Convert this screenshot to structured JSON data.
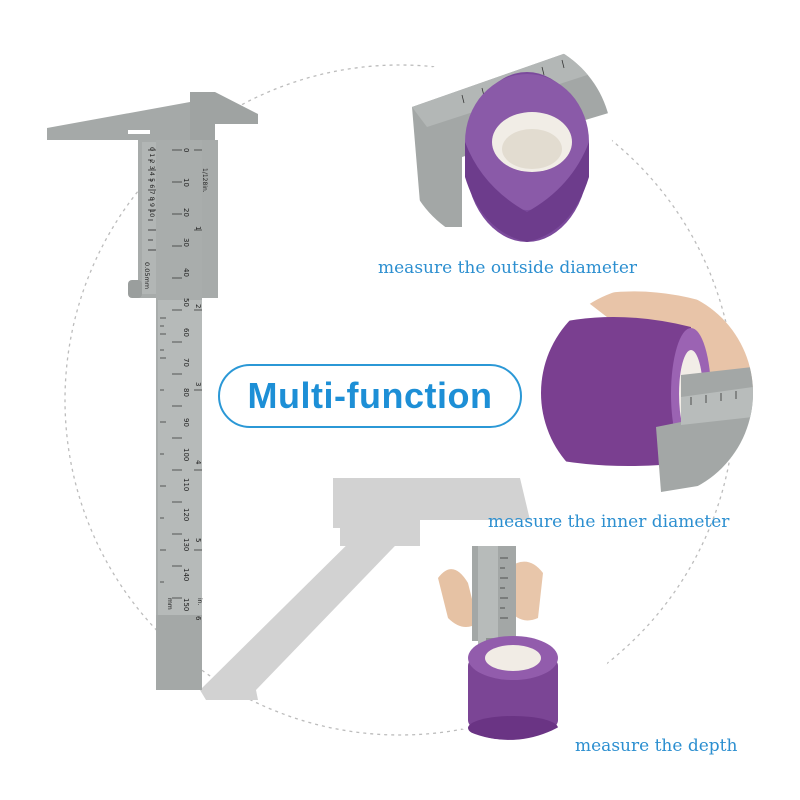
{
  "title": "Multi-function",
  "captions": {
    "outside": "measure the outside diameter",
    "inner": "measure the inner diameter",
    "depth": "measure the depth"
  },
  "colors": {
    "accent": "#1d8fd6",
    "caliper_gray": "#a3a7a6",
    "tape_purple": "#7a3f90",
    "shadow_gray": "#cfcfcf"
  },
  "caliper": {
    "vernier_scale": "0 1 2 3 4 5 6 7 8 9 10",
    "vernier_unit": "0.05mm",
    "inch_scale_label": "1/128in.",
    "main_scale": [
      "0",
      "10",
      "20",
      "30",
      "40",
      "50",
      "60",
      "70",
      "80",
      "90",
      "100",
      "110",
      "120",
      "130",
      "140",
      "150"
    ],
    "inch_marks": [
      "1",
      "2",
      "3",
      "4",
      "5",
      "6"
    ],
    "unit_mm": "mm",
    "unit_in": "in."
  }
}
